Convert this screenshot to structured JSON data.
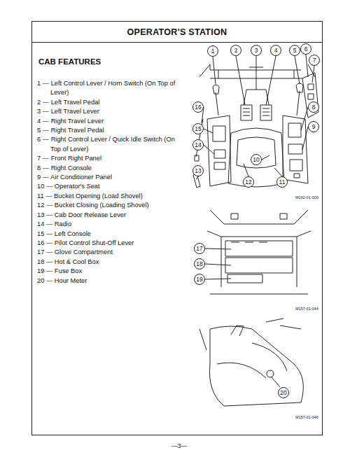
{
  "diagram": {
    "title": "OPERATOR'S STATION",
    "nodes": [
      {
        "text": [
          "1"
        ]
      },
      {
        "text": [
          "2"
        ]
      },
      {
        "text": [
          "3"
        ]
      },
      {
        "text": [
          "4"
        ]
      },
      {
        "text": [
          "5"
        ]
      },
      {
        "text": [
          "6"
        ]
      },
      {
        "text": [
          "7"
        ]
      },
      {
        "text": [
          "8"
        ]
      },
      {
        "text": [
          "9"
        ]
      },
      {
        "text": [
          "10"
        ]
      },
      {
        "text": [
          "11"
        ]
      },
      {
        "text": [
          "12"
        ]
      },
      {
        "text": [
          "13"
        ]
      },
      {
        "text": [
          "14"
        ]
      },
      {
        "text": [
          "15"
        ]
      },
      {
        "text": [
          "16"
        ]
      },
      {
        "text": [
          "17"
        ]
      },
      {
        "text": [
          "18"
        ]
      },
      {
        "text": [
          "19"
        ]
      },
      {
        "text": [
          "20"
        ]
      }
    ],
    "labels": [
      "CAB FEATURES",
      "1 — Left Control Lever / Horn Switch (On Top of Lever)",
      "2 — Left Travel Pedal",
      "3 — Left Travel Lever",
      "4 — Right Travel Lever",
      "5 — Right Travel Pedal",
      "6 — Right Control Lever / Quick Idle Switch (On Top of Lever)",
      "7 — Front Right Panel",
      "8 — Right Console",
      "9 — Air Conditioner Panel",
      "10 — Operator's Seat",
      "11 — Bucket Opening (Load Shovel)",
      "12 — Bucket Closing (Loading Shovel)",
      "13 — Cab Door Release Lever",
      "14 — Radio",
      "15 — Left Console",
      "16 — Pilot Control Shut-Off Lever",
      "17 — Glove Compartment",
      "18 — Hot & Cool Box",
      "19 — Fuse Box",
      "20 — Hour Meter",
      "M162-01-000",
      "M157-01-044",
      "M157-01-046",
      "—3—"
    ]
  }
}
